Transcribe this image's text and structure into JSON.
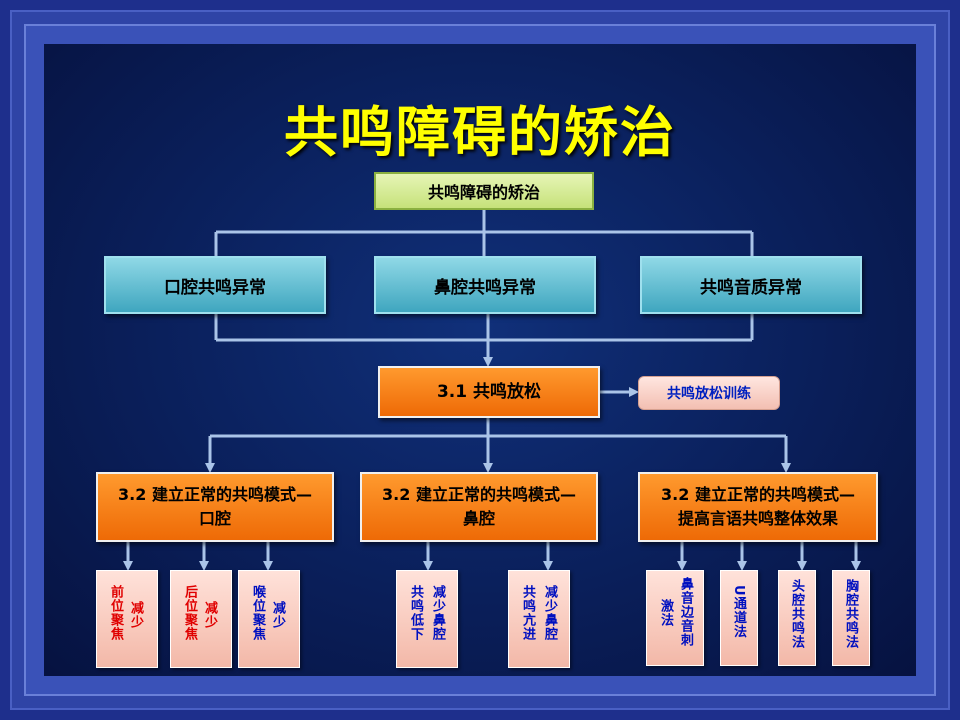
{
  "title": "共鸣障碍的矫治",
  "root": "共鸣障碍的矫治",
  "categories": [
    "口腔共鸣异常",
    "鼻腔共鸣异常",
    "共鸣音质异常"
  ],
  "relax": {
    "label": "3.1  共鸣放松",
    "training": "共鸣放松训练"
  },
  "modes": [
    {
      "line1": "3.2  建立正常的共鸣模式—",
      "line2": "口腔"
    },
    {
      "line1": "3.2  建立正常的共鸣模式—",
      "line2": "鼻腔"
    },
    {
      "line1": "3.2  建立正常的共鸣模式—",
      "line2": "提高言语共鸣整体效果"
    }
  ],
  "leaves": [
    {
      "col1": "前位聚焦",
      "col2": "减少"
    },
    {
      "col1": "后位聚焦",
      "col2": "减少"
    },
    {
      "col1": "喉位聚焦",
      "col2": "减少"
    },
    {
      "col1": "共鸣低下",
      "col2": "减少鼻腔"
    },
    {
      "col1": "共鸣亢进",
      "col2": "减少鼻腔"
    },
    {
      "col1": "激法",
      "col2": "鼻音边音刺"
    },
    {
      "col1": "U通道法"
    },
    {
      "col1": "头腔共鸣法"
    },
    {
      "col1": "胸腔共鸣法"
    }
  ],
  "colors": {
    "title": "#ffff00",
    "connector": "#aac4e8",
    "leaf_red_text": "#e00000",
    "leaf_blue_text": "#0010c0"
  }
}
